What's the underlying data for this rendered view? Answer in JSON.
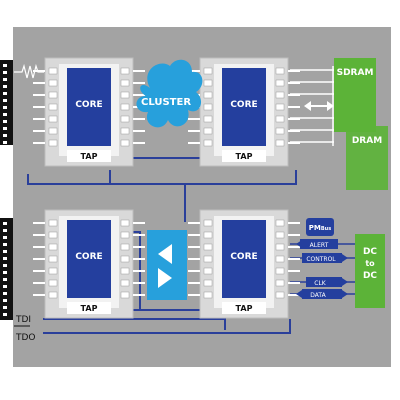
{
  "board": {
    "background": "#a3a3a3",
    "chip_color": "#d9d9d9",
    "core_color": "#243f9e",
    "trace_color": "#2a3f9a",
    "green": "#5cb338",
    "cyan": "#27a0dc"
  },
  "chips": [
    {
      "core_label": "CORE",
      "tap_label": "TAP"
    },
    {
      "core_label": "CORE",
      "tap_label": "TAP"
    },
    {
      "core_label": "CORE",
      "tap_label": "TAP"
    },
    {
      "core_label": "CORE",
      "tap_label": "TAP"
    }
  ],
  "cluster_label": "CLUSTER",
  "memory": {
    "sdram_label": "SDRAM",
    "dram_label": "DRAM"
  },
  "pmbus": {
    "pm_text": "PM",
    "bus_text": "Bus"
  },
  "dc": {
    "line1": "DC",
    "line2": "to",
    "line3": "DC"
  },
  "signals": {
    "alert": "ALERT",
    "control": "CONTROL",
    "clk": "CLK",
    "data": "DATA"
  },
  "jtag": {
    "tdi": "TDI",
    "tdo": "TDO"
  },
  "icons": [
    "resistor-icon",
    "bidirectional-arrow-icon",
    "mux-triangle-icon"
  ]
}
